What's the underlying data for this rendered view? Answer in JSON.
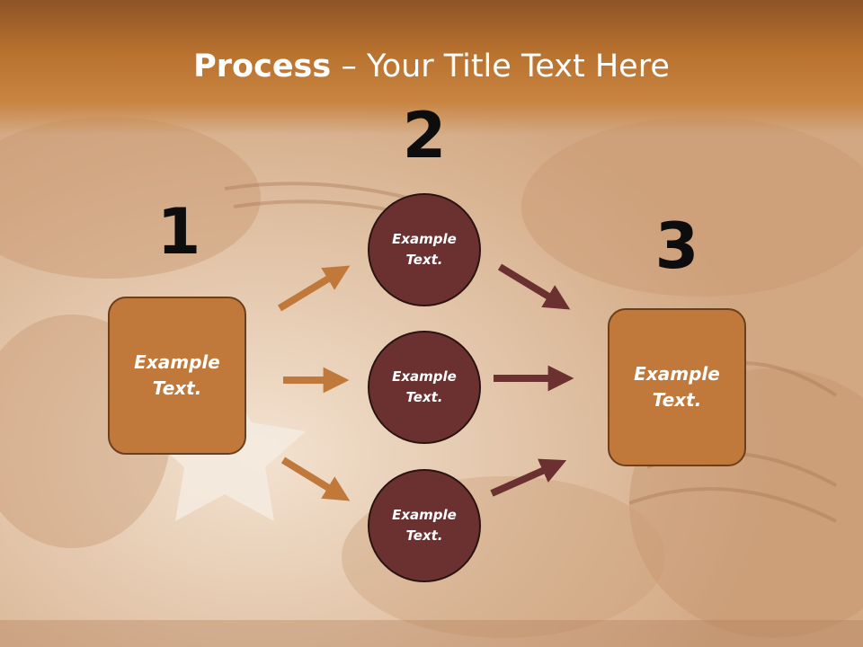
{
  "title": {
    "bold": "Process",
    "rest": " – Your Title Text Here"
  },
  "steps": [
    {
      "number": "1",
      "text": "Example Text."
    },
    {
      "number": "2",
      "text": ""
    },
    {
      "number": "3",
      "text": "Example Text."
    }
  ],
  "circles": [
    {
      "text": "Example Text."
    },
    {
      "text": "Example Text."
    },
    {
      "text": "Example Text."
    }
  ],
  "colors": {
    "title_bar": "#b9722f",
    "box_fill": "#c0793a",
    "circle_fill": "#6b3131",
    "left_arrows": "#c0793a",
    "right_arrows": "#6b3131"
  }
}
